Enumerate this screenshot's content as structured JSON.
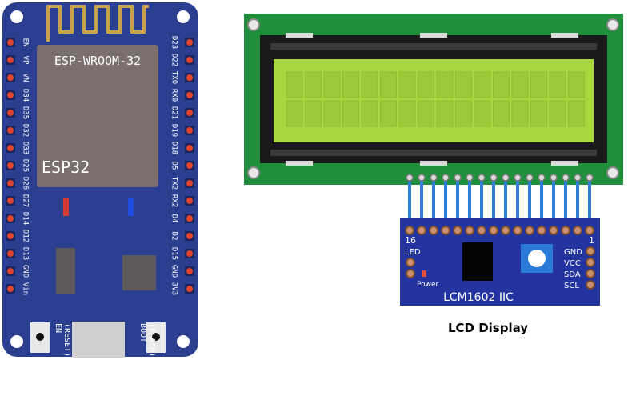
{
  "esp32": {
    "module_name": "ESP-WROOM-32",
    "chip_label": "ESP32",
    "left_pins": [
      "EN",
      "VP",
      "VN",
      "D34",
      "D35",
      "D32",
      "D33",
      "D25",
      "D26",
      "D27",
      "D14",
      "D12",
      "D13",
      "GND",
      "Vin"
    ],
    "right_pins": [
      "D23",
      "D22",
      "TX0",
      "RX0",
      "D21",
      "D19",
      "D18",
      "D5",
      "TX2",
      "RX2",
      "D4",
      "D2",
      "D15",
      "GND",
      "3V3"
    ],
    "en_button": {
      "line1": "EN",
      "line2": "(RESET)"
    },
    "boot_button": {
      "line1": "BOOT",
      "line2": "(FLASH)"
    }
  },
  "lcd": {
    "backpack_label": "LCM1602 IIC",
    "pin_first": "16",
    "pin_last": "1",
    "led_label": "LED",
    "power_label": "Power",
    "i2c_pins": [
      "GND",
      "VCC",
      "SDA",
      "SCL"
    ],
    "caption": "LCD Display",
    "header_pin_count": 16,
    "grid_columns": 16,
    "grid_rows": 2
  },
  "colors": {
    "board_blue": "#2a3f8f",
    "lcd_green_pcb": "#1f8f3c",
    "lcd_screen": "#a8d640",
    "backpack_blue": "#2334a0",
    "antenna_gold": "#c8a24a",
    "wire_blue": "#2f7fd8"
  }
}
